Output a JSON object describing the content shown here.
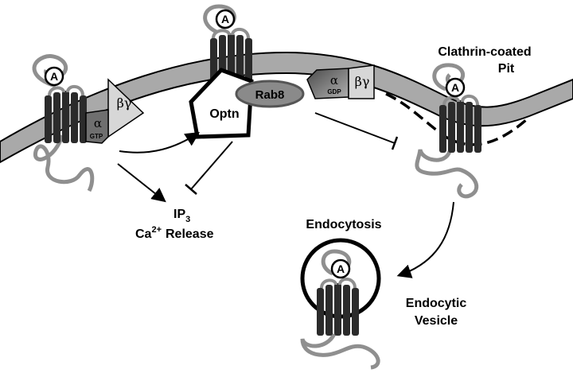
{
  "labels": {
    "clathrin_line1": "Clathrin-coated",
    "clathrin_line2": "Pit",
    "ip3_main": "IP",
    "ip3_sub": "3",
    "ca_main": "Ca",
    "ca_sup": "2+",
    "ca_release": "Release",
    "endocytosis": "Endocytosis",
    "vesicle_line1": "Endocytic",
    "vesicle_line2": "Vesicle",
    "optn": "Optn",
    "rab8": "Rab8",
    "agonist": "A",
    "alpha": "α",
    "beta_gamma": "βγ",
    "gtp": "GTP",
    "gdp": "GDP"
  },
  "colors": {
    "membrane_fill": "#a9a9a9",
    "receptor": "#2b2b2b",
    "loop": "#8f8f8f",
    "rab8_fill": "#8a8a8a",
    "alpha_fill": "#6f6f6f",
    "bg_fill": "#d7d7d7"
  }
}
